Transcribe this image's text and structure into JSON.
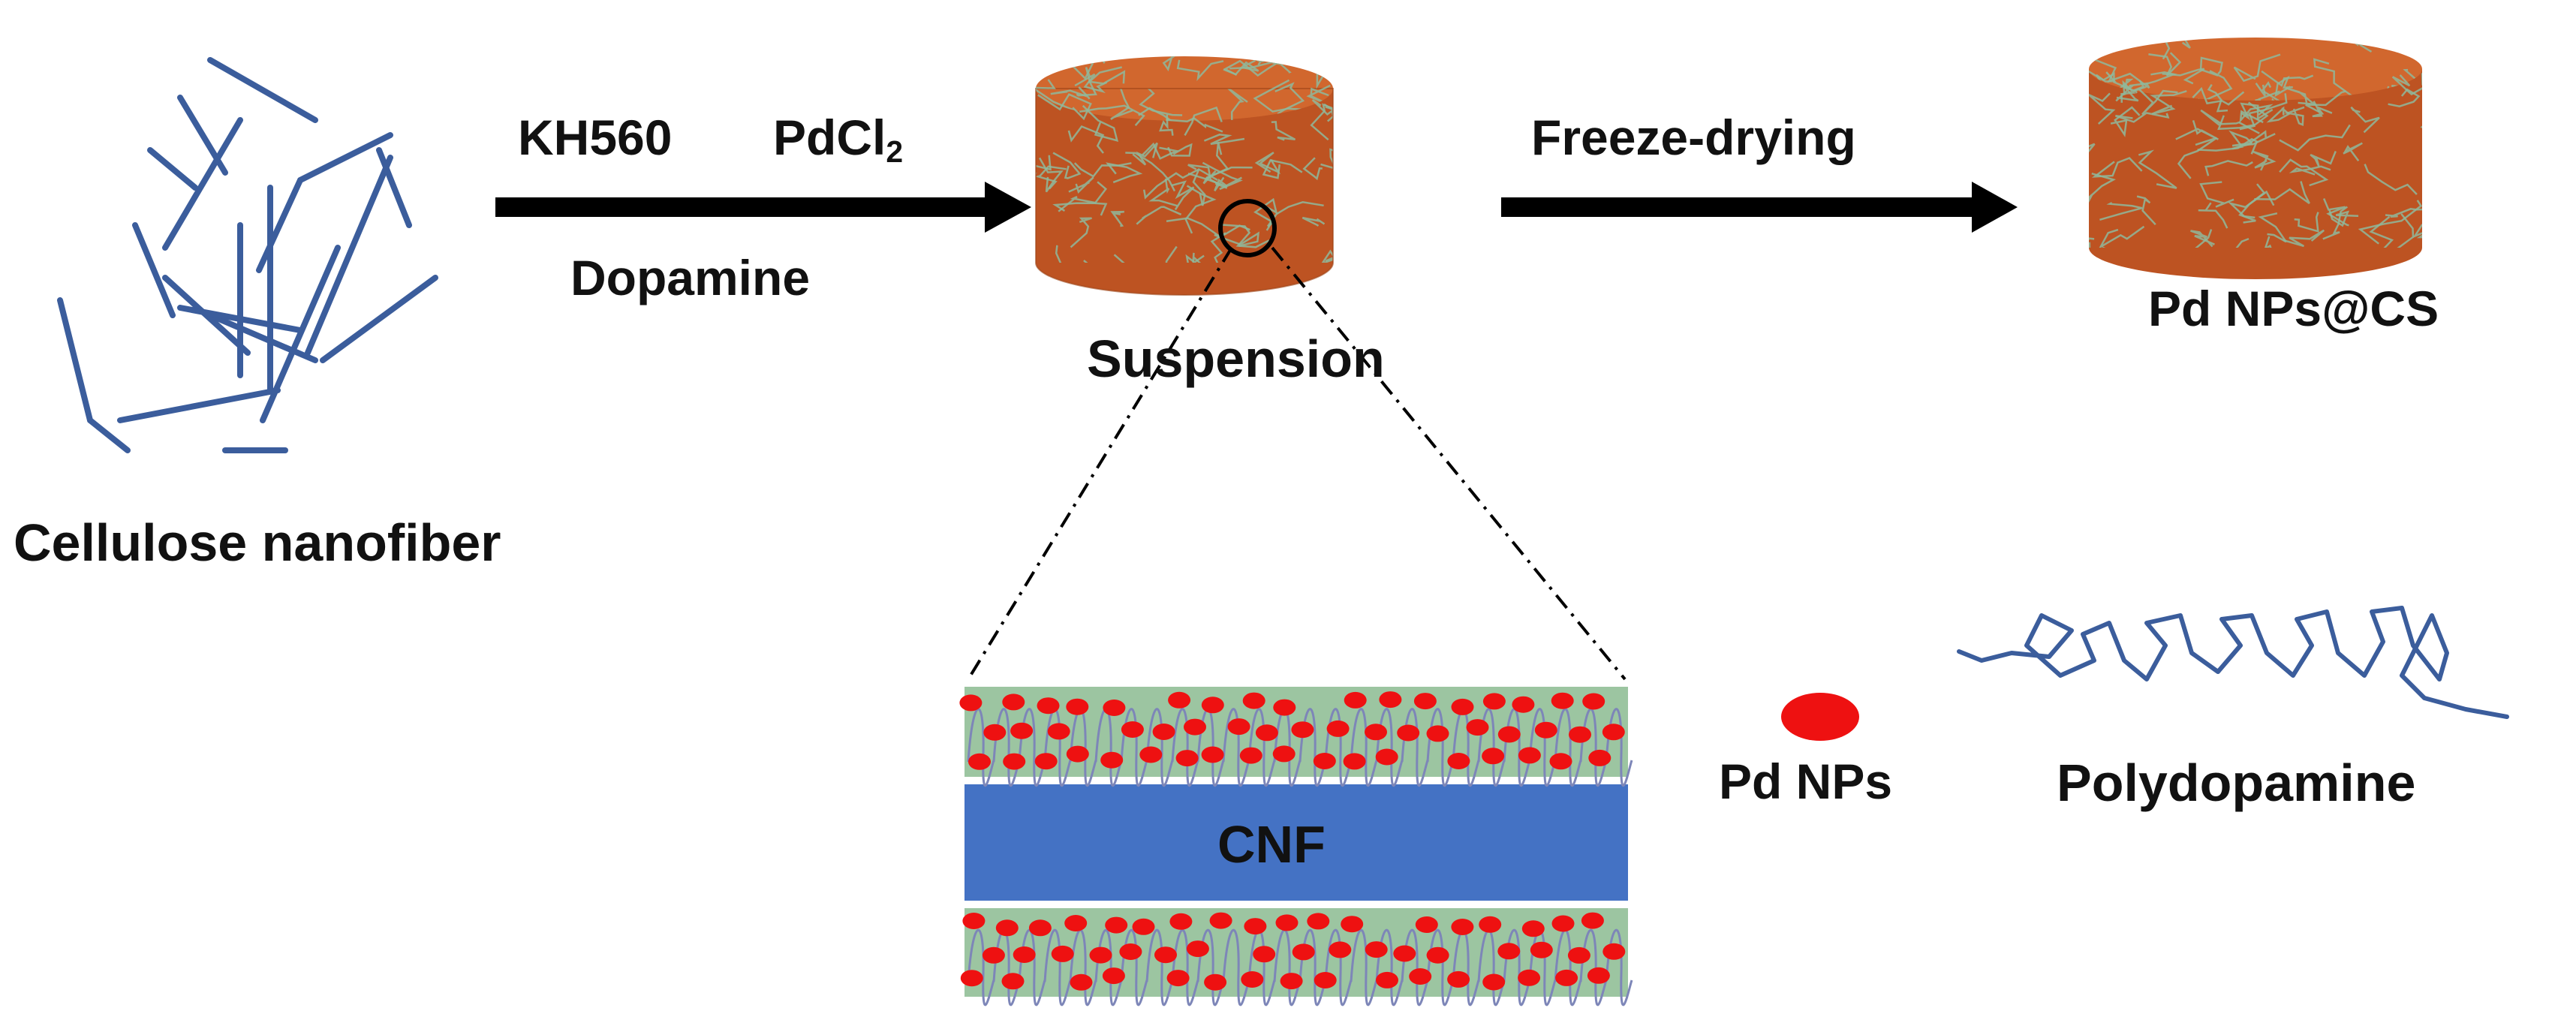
{
  "labels": {
    "cellulose_nanofiber": "Cellulose nanofiber",
    "reagent_kh560": "KH560",
    "reagent_pdcl": "PdCl",
    "reagent_pdcl_subscript": "2",
    "reagent_dopamine": "Dopamine",
    "suspension": "Suspension",
    "freeze_drying": "Freeze-drying",
    "product": "Pd NPs@CS",
    "cnf": "CNF",
    "legend_pd_nps": "Pd NPs",
    "legend_polydopamine": "Polydopamine"
  },
  "colors": {
    "fiber_blue": "#3b5d9c",
    "cnf_core_blue": "#4472c4",
    "sponge_orange": "#c95f2b",
    "sponge_side_orange": "#b94f1e",
    "sponge_fiber_green": "#8fb89b",
    "coating_green": "#9cc5a1",
    "pd_red": "#ee1111",
    "arrow_black": "#000000"
  },
  "icons": {
    "loose_fibers": "cellulose-nanofiber-sticks-icon",
    "suspension_cylinder": "orange-cylinder-suspension-icon",
    "product_cylinder": "orange-cylinder-sponge-icon",
    "pd_nanoparticle": "red-ellipse-icon",
    "polydopamine_chain": "wavy-coil-icon"
  }
}
